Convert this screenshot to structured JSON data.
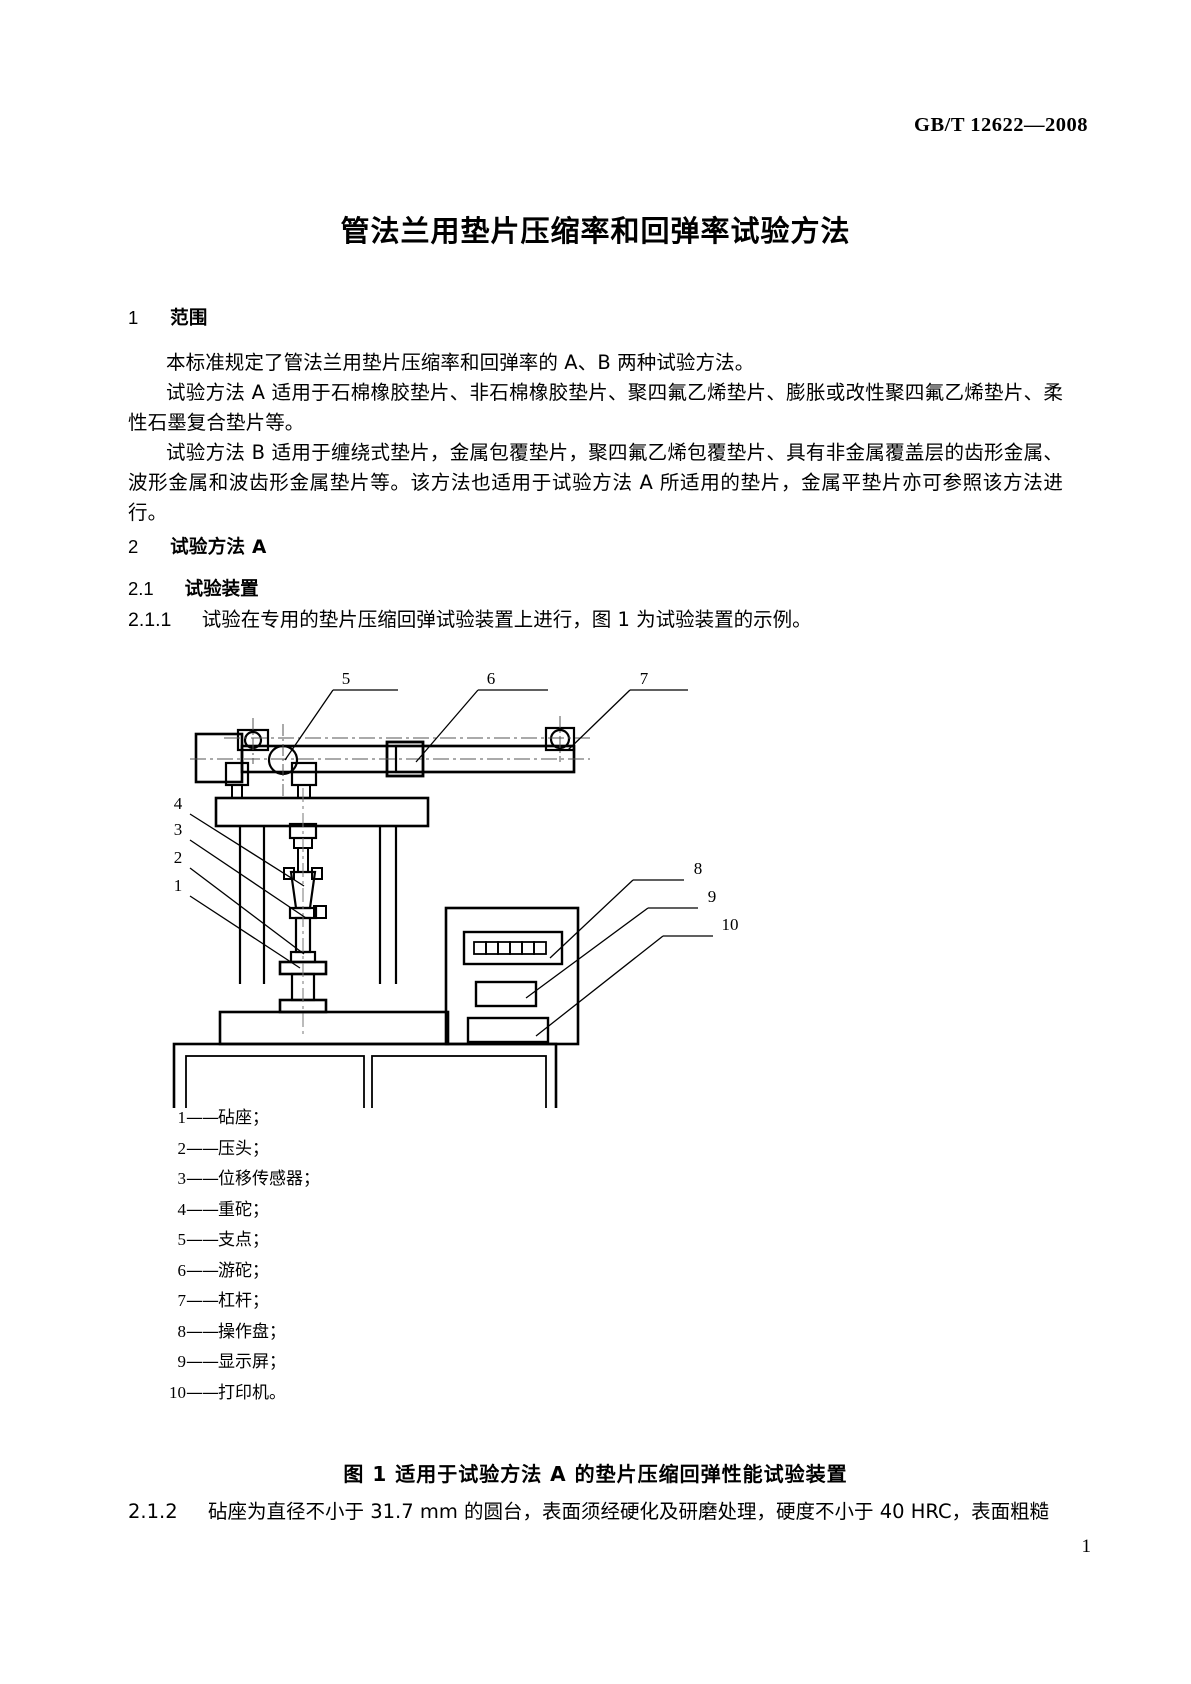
{
  "header": {
    "standard_code": "GB/T  12622—2008"
  },
  "title": "管法兰用垫片压缩率和回弹率试验方法",
  "page_number": "1",
  "sections": {
    "s1": {
      "number": "1",
      "heading": "范围",
      "p1": "本标准规定了管法兰用垫片压缩率和回弹率的 A、B 两种试验方法。",
      "p2": "试验方法 A 适用于石棉橡胶垫片、非石棉橡胶垫片、聚四氟乙烯垫片、膨胀或改性聚四氟乙烯垫片、柔性石墨复合垫片等。",
      "p3": "试验方法 B 适用于缠绕式垫片，金属包覆垫片，聚四氟乙烯包覆垫片、具有非金属覆盖层的齿形金属、波形金属和波齿形金属垫片等。该方法也适用于试验方法 A 所适用的垫片，金属平垫片亦可参照该方法进行。"
    },
    "s2": {
      "number": "2",
      "heading": "试验方法 A"
    },
    "s21": {
      "number": "2.1",
      "heading": "试验装置"
    },
    "c211": {
      "number": "2.1.1",
      "text": "试验在专用的垫片压缩回弹试验装置上进行，图 1 为试验装置的示例。"
    },
    "c212": {
      "number": "2.1.2",
      "text": "砧座为直径不小于 31.7 mm 的圆台，表面须经硬化及研磨处理，硬度不小于 40 HRC，表面粗糙"
    }
  },
  "figure": {
    "caption": "图 1   适用于试验方法 A 的垫片压缩回弹性能试验装置",
    "callouts": [
      "1",
      "2",
      "3",
      "4",
      "5",
      "6",
      "7",
      "8",
      "9",
      "10"
    ],
    "legend": [
      {
        "num": "1",
        "label": "砧座；"
      },
      {
        "num": "2",
        "label": "压头；"
      },
      {
        "num": "3",
        "label": "位移传感器；"
      },
      {
        "num": "4",
        "label": "重砣；"
      },
      {
        "num": "5",
        "label": "支点；"
      },
      {
        "num": "6",
        "label": "游砣；"
      },
      {
        "num": "7",
        "label": "杠杆；"
      },
      {
        "num": "8",
        "label": "操作盘；"
      },
      {
        "num": "9",
        "label": "显示屏；"
      },
      {
        "num": "10",
        "label": "打印机。"
      }
    ]
  },
  "colors": {
    "ink": "#000000",
    "paper": "#ffffff",
    "line": "#1a1a1a"
  }
}
